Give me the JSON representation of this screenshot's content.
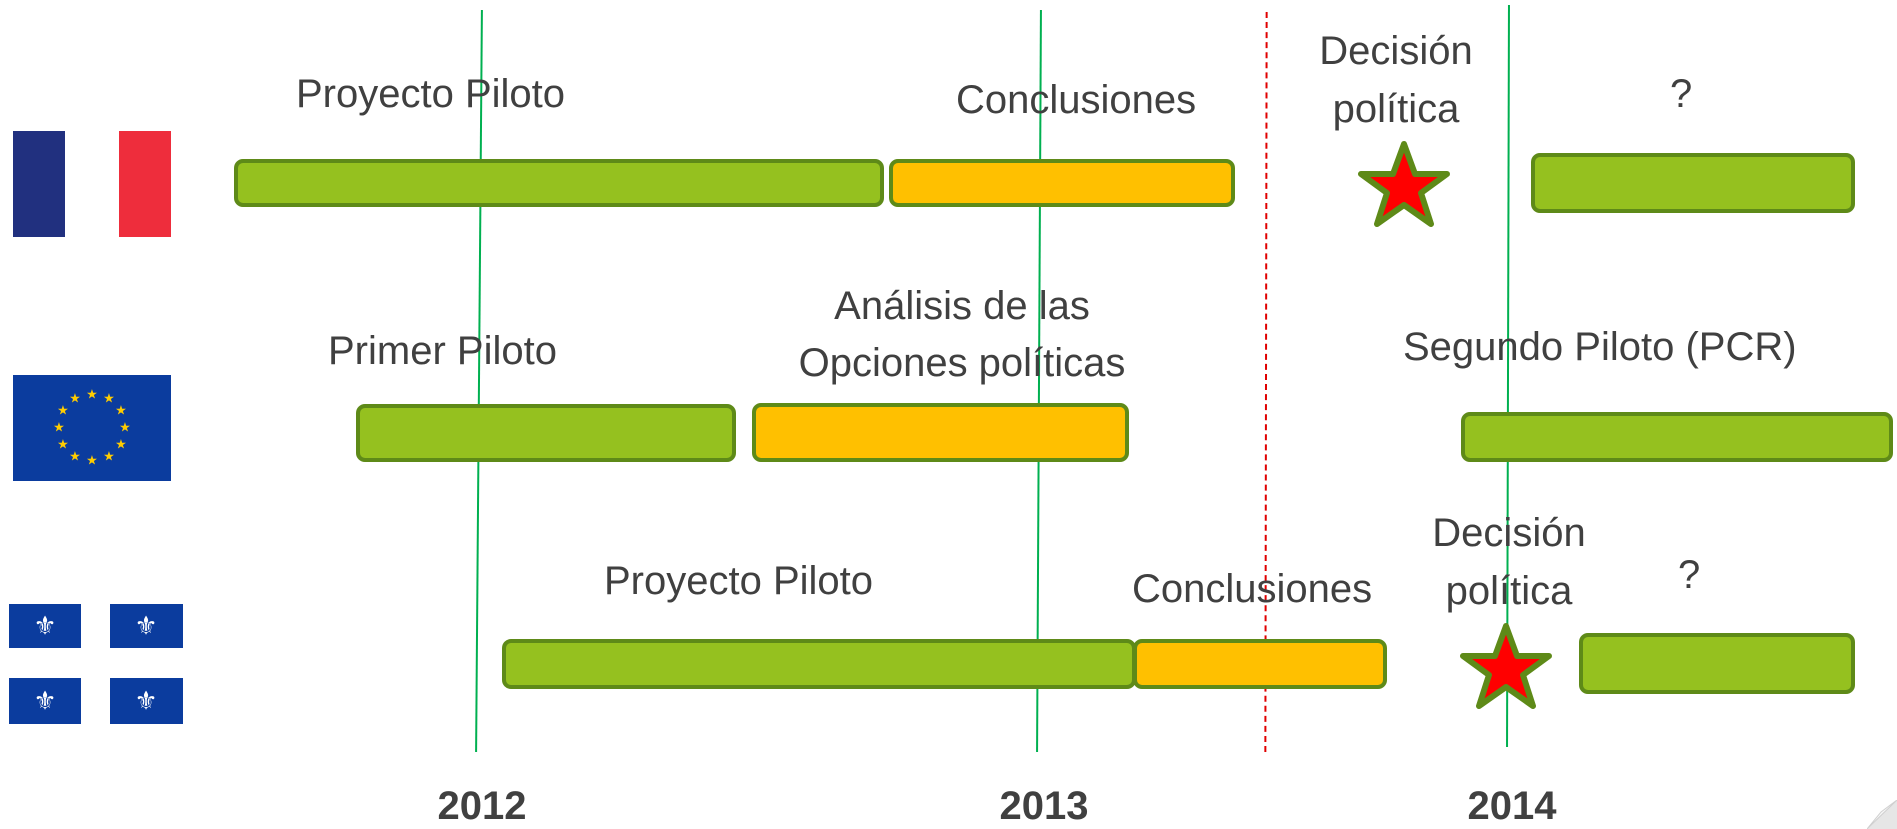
{
  "years": [
    "2012",
    "2013",
    "2014"
  ],
  "rows": [
    {
      "flag": "france-flag",
      "labels": {
        "pilot": "Proyecto Piloto",
        "conclusions": "Conclusiones",
        "decision": "Decisión política",
        "future": "?"
      },
      "bar_colors": {
        "pilot": "#95c11f",
        "conclusions": "#ffc000",
        "future": "#95c11f"
      }
    },
    {
      "flag": "eu-flag",
      "labels": {
        "pilot": "Primer Piloto",
        "analysis": "Análisis de las Opciones políticas",
        "second_pilot": "Segundo Piloto (PCR)"
      },
      "bar_colors": {
        "pilot": "#95c11f",
        "analysis": "#ffc000",
        "second_pilot": "#95c11f"
      }
    },
    {
      "flag": "quebec-flag",
      "labels": {
        "pilot": "Proyecto Piloto",
        "conclusions": "Conclusiones",
        "decision": "Decisión política",
        "future": "?"
      },
      "bar_colors": {
        "pilot": "#95c11f",
        "conclusions": "#ffc000",
        "future": "#95c11f"
      }
    }
  ],
  "colors": {
    "year_line": "#00b050",
    "current_date_line": "#e00000",
    "star_fill": "#ff0000",
    "star_stroke": "#5e8a18"
  }
}
